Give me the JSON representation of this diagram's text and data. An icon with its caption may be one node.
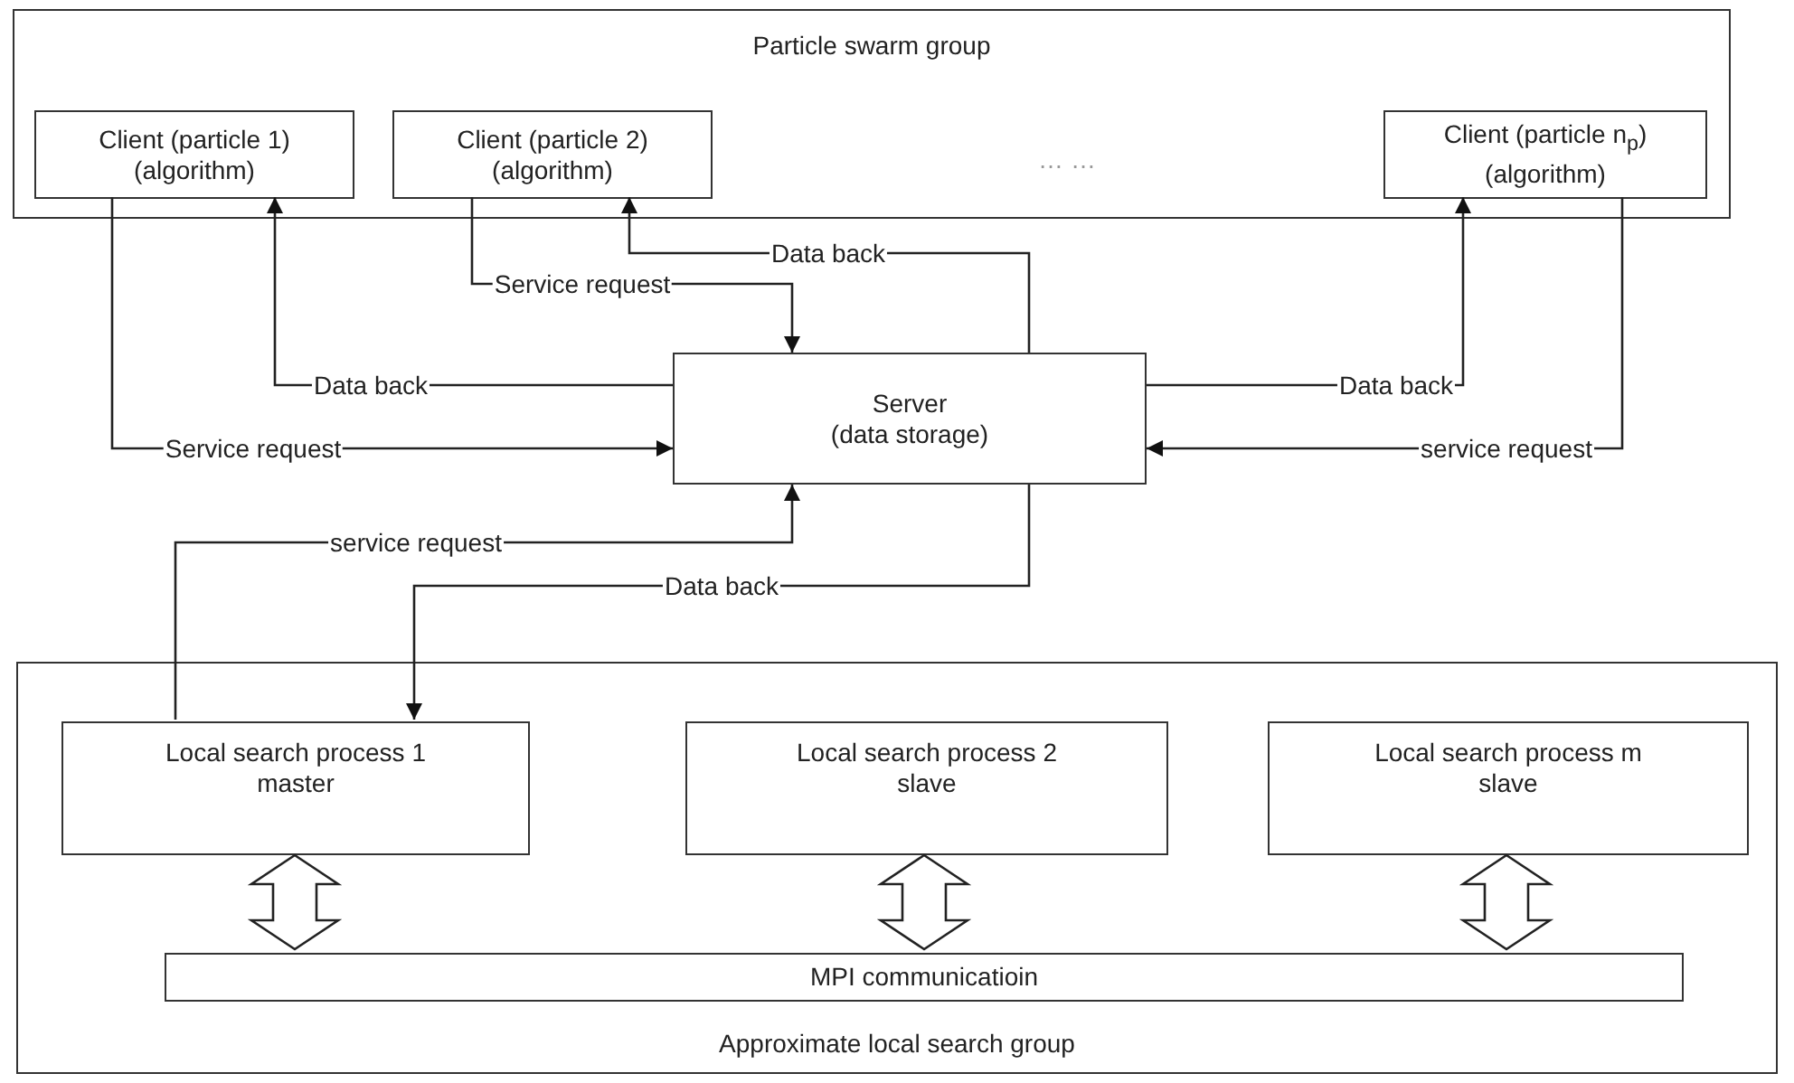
{
  "diagram": {
    "nodes": [
      {
        "text": [
          "Particle swarm group"
        ]
      },
      {
        "text": [
          "Client (particle 1)",
          "(algorithm)"
        ],
        "in": 0
      },
      {
        "text": [
          "Client (particle 2)",
          "(algorithm)"
        ],
        "in": 0
      },
      {
        "text": [
          "Client (particle n$_{p}$)",
          "(algorithm)"
        ],
        "in": 0
      },
      {
        "text": [
          "Server",
          "(data storage)"
        ]
      },
      {
        "text": [
          "Approximate local search group"
        ]
      },
      {
        "text": [
          "Local search process 1",
          "master"
        ],
        "in": 5
      },
      {
        "text": [
          "Local search process 2",
          "slave"
        ],
        "in": 5
      },
      {
        "text": [
          "Local search process m",
          "slave"
        ],
        "in": 5
      },
      {
        "text": [
          "MPI communicatioin"
        ],
        "in": 5
      }
    ],
    "edges": [
      {
        "from": 1,
        "to": 4,
        "arrow": "to",
        "label": "Service request"
      },
      {
        "from": 4,
        "to": 1,
        "arrow": "to",
        "label": "Data back"
      },
      {
        "from": 2,
        "to": 4,
        "arrow": "to",
        "label": "Service request"
      },
      {
        "from": 4,
        "to": 2,
        "arrow": "to",
        "label": "Data back"
      },
      {
        "from": 4,
        "to": 3,
        "arrow": "to",
        "label": "Data back"
      },
      {
        "from": 3,
        "to": 4,
        "arrow": "to",
        "label": "service request"
      },
      {
        "from": 6,
        "to": 4,
        "arrow": "to",
        "label": "service request"
      },
      {
        "from": 4,
        "to": 6,
        "arrow": "to",
        "label": "Data back"
      },
      {
        "from": 6,
        "to": 9,
        "arrow": "both",
        "style": "thick"
      },
      {
        "from": 7,
        "to": 9,
        "arrow": "both",
        "style": "thick"
      },
      {
        "from": 8,
        "to": 9,
        "arrow": "both",
        "style": "thick"
      }
    ],
    "labels": [
      "… …"
    ]
  }
}
